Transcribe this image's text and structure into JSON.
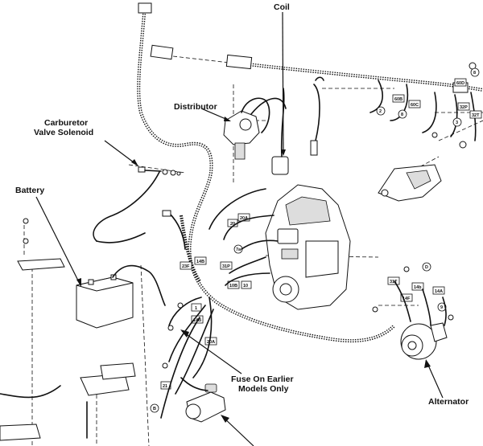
{
  "labels": {
    "coil": "Coil",
    "distributor": "Distributor",
    "carburetor_line1": "Carburetor",
    "carburetor_line2": "Valve Solenoid",
    "battery": "Battery",
    "fuse_line1": "Fuse On Earlier",
    "fuse_line2": "Models Only",
    "alternator": "Alternator"
  },
  "wire_tags": [
    {
      "id": "60B",
      "text": "60B"
    },
    {
      "id": "60C",
      "text": "60C"
    },
    {
      "id": "60D",
      "text": "60D"
    },
    {
      "id": "32P",
      "text": "32P"
    },
    {
      "id": "32T",
      "text": "32T"
    },
    {
      "id": "8a",
      "text": "8"
    },
    {
      "id": "2",
      "text": "2"
    },
    {
      "id": "3",
      "text": "3"
    },
    {
      "id": "8b",
      "text": "8"
    },
    {
      "id": "20A",
      "text": "20A"
    },
    {
      "id": "20",
      "text": "20"
    },
    {
      "id": "7a",
      "text": "7a"
    },
    {
      "id": "31P",
      "text": "31P"
    },
    {
      "id": "10B",
      "text": "10B"
    },
    {
      "id": "10",
      "text": "10"
    },
    {
      "id": "23F",
      "text": "23F"
    },
    {
      "id": "14B",
      "text": "14B"
    },
    {
      "id": "1",
      "text": "1"
    },
    {
      "id": "14Ba",
      "text": "14B"
    },
    {
      "id": "20Aa",
      "text": "20A"
    },
    {
      "id": "21",
      "text": "21"
    },
    {
      "id": "B",
      "text": "B"
    },
    {
      "id": "31T",
      "text": "31T"
    },
    {
      "id": "14b",
      "text": "14b"
    },
    {
      "id": "14F",
      "text": "14F"
    },
    {
      "id": "14A",
      "text": "14A"
    },
    {
      "id": "9",
      "text": "9"
    },
    {
      "id": "D",
      "text": "D"
    }
  ]
}
